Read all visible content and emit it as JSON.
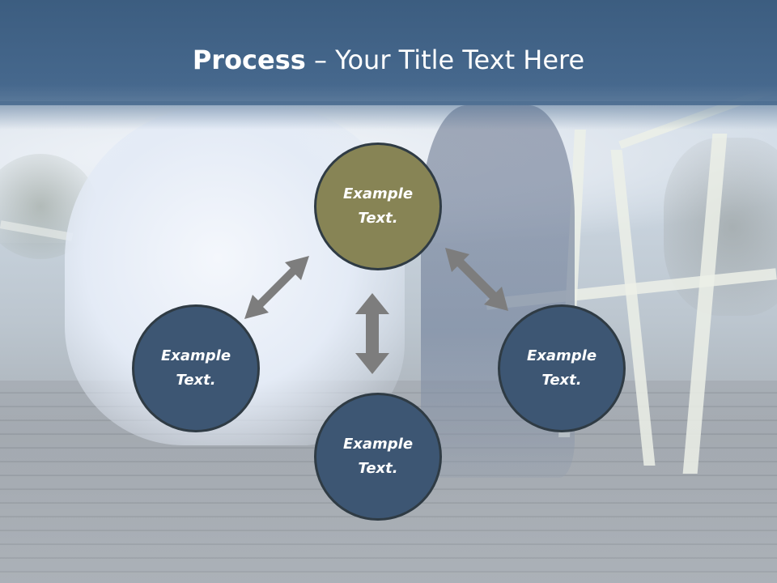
{
  "slide": {
    "title_bold": "Process",
    "title_rest": " – Your Title Text Here"
  },
  "diagram": {
    "center_node": {
      "label": "Example\nText.",
      "color": "#878455"
    },
    "left_node": {
      "label": "Example\nText.",
      "color": "#3d5673"
    },
    "right_node": {
      "label": "Example\nText.",
      "color": "#3d5673"
    },
    "bottom_node": {
      "label": "Example\nText.",
      "color": "#3d5673"
    },
    "arrow_color": "#7d7d7d"
  },
  "colors": {
    "header": "#46688d",
    "title_text": "#ffffff"
  }
}
